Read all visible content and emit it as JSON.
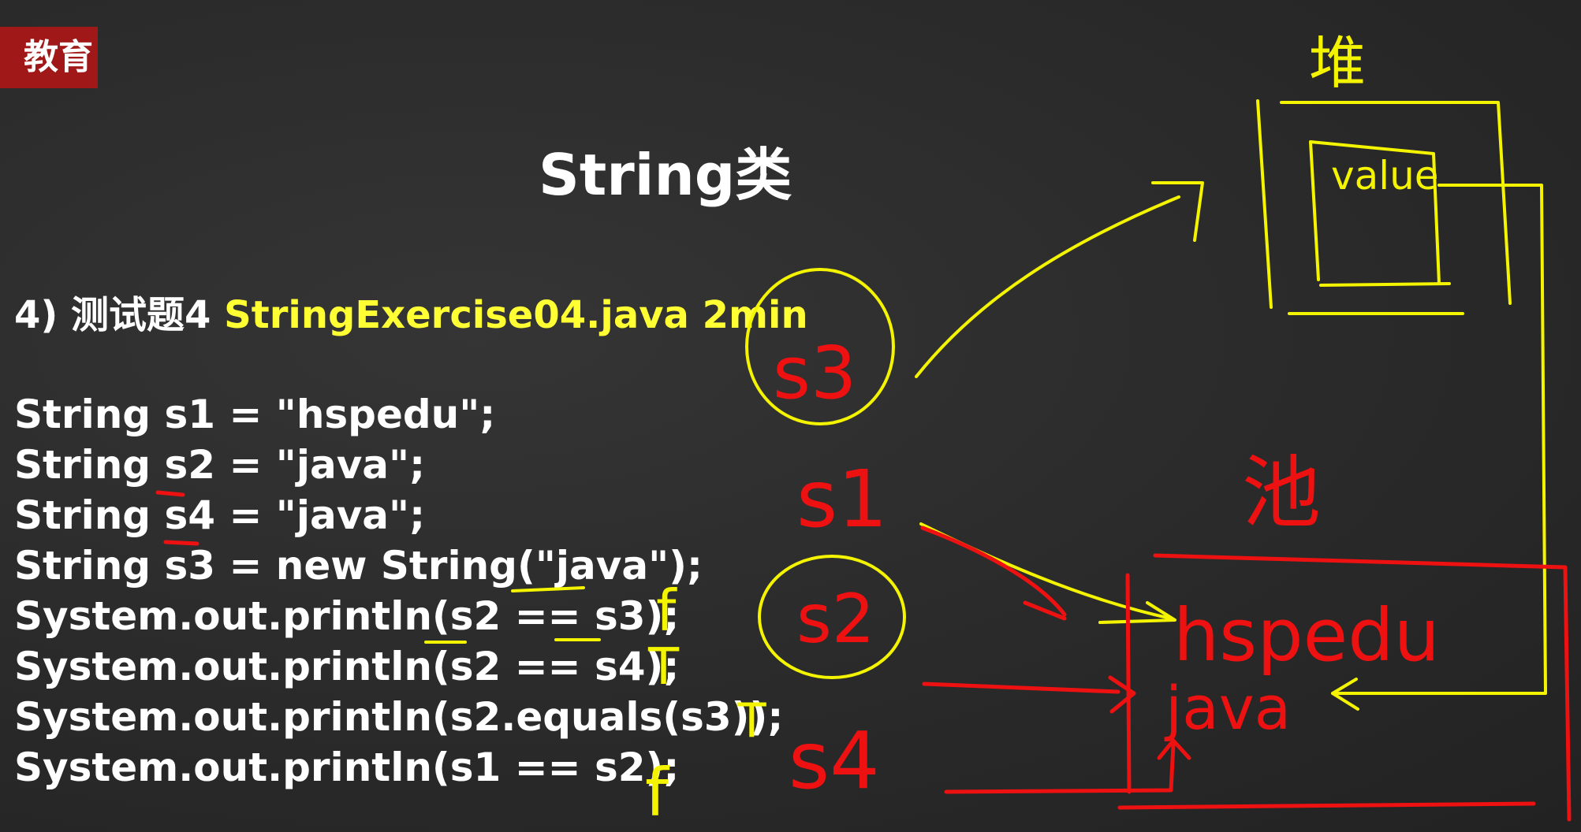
{
  "brand": {
    "label": "教育",
    "color": "#a01818"
  },
  "slide": {
    "title": "String类"
  },
  "exercise": {
    "prefix": "4) 测试题4 ",
    "file": "StringExercise04.java 2min",
    "highlight_color": "#ffff33"
  },
  "code_lines": [
    "String s1 = \"hspedu\";",
    "String s2 = \"java\";",
    "String s4 = \"java\";",
    "String s3 = new String(\"java\");",
    "System.out.println(s2 == s3);",
    "System.out.println(s2 == s4);",
    "System.out.println(s2.equals(s3));",
    "System.out.println(s1 == s2);"
  ],
  "annotations": {
    "heap_label": "堆",
    "pool_label": "池",
    "value_label": "value",
    "pool_entries": [
      "hspedu",
      "java"
    ],
    "var_labels": [
      "s3",
      "s1",
      "s2",
      "s4"
    ],
    "answers": [
      "f",
      "T",
      "T",
      "f"
    ],
    "yellow_ink": "#f4f400",
    "red_ink": "#ee1111"
  }
}
